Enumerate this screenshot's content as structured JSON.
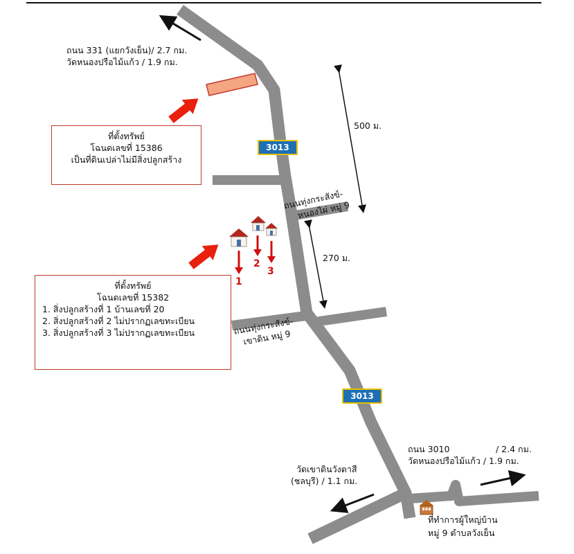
{
  "top_left_destination": {
    "line1": "ถนน 331 (แยกวังเย็น)/ 2.7 กม.",
    "line2": "วัดหนองปรือไม้แก้ว / 1.9 กม."
  },
  "distance_labels": {
    "top": "500 ม.",
    "middle": "270 ม."
  },
  "route_shields": [
    "3013",
    "3013"
  ],
  "property_box_1": {
    "line1": "ที่ตั้งทรัพย์",
    "line2": "โฉนดเลขที่  15386",
    "line3": "เป็นที่ดินเปล่าไม่มีสิ่งปลูกสร้าง"
  },
  "property_box_2": {
    "line1": "ที่ตั้งทรัพย์",
    "line2": "โฉนดเลขที่  15382",
    "items": [
      "1. สิ่งปลูกสร้างที่ 1 บ้านเลขที่ 20",
      "2. สิ่งปลูกสร้างที่ 2 ไม่ปรากฏเลขทะเบียน",
      "3. สิ่งปลูกสร้างที่ 3 ไม่ปรากฏเลขทะเบียน"
    ]
  },
  "road_labels": {
    "upper": "ถนนทุ่งกระสังข์-",
    "upper2": "หนองไผ่ หมู่ 9",
    "lower": "ถนนทุ่งกระสังข์-",
    "lower2": "เขาดิน หมู่ 9"
  },
  "building_numbers": [
    "1",
    "2",
    "3"
  ],
  "bottom_left_destination": {
    "line1": "วัดเขาดินวังตาสี",
    "line2": "(ชลบุรี) / 1.1 กม."
  },
  "bottom_right_destination": {
    "line1": "ถนน 3010",
    "line1b": "/ 2.4 กม.",
    "line2": "วัดหนองปรือไม้แก้ว / 1.9 กม."
  },
  "office_label": {
    "line1": "ที่ทำการผู้ใหญ่บ้าน",
    "line2": "หมู่ 9 ตำบลวังเย็น"
  },
  "icons": [
    "house-icon",
    "office-building-icon",
    "direction-arrow-icon",
    "pointer-arrow-icon"
  ],
  "colors": {
    "road": "#8c8c8c",
    "pointer_arrow": "#e8200c",
    "parcel_fill": "#f4a582",
    "parcel_border": "#c0392b",
    "box_border": "#c0392b",
    "shield_bg": "#1f6fb5",
    "shield_border": "#e7c200",
    "number_red": "#d01010"
  }
}
